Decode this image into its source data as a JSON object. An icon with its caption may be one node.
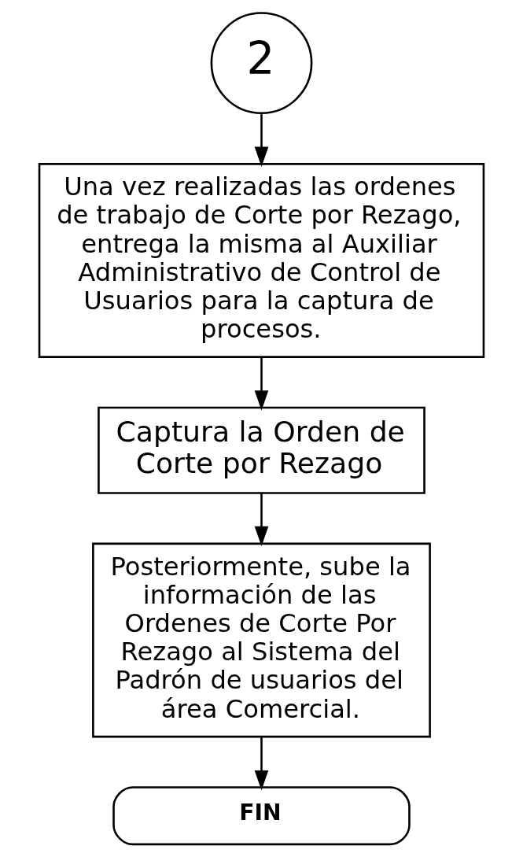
{
  "diagram": {
    "nodes": [
      {
        "text": [
          "2"
        ]
      },
      {
        "text": [
          "Una vez realizadas las ordenes de trabajo de Corte por Rezago, entrega la misma al Auxiliar Administrativo de Control de Usuarios para la captura de procesos."
        ]
      },
      {
        "text": [
          "Captura la Orden de Corte por Rezago"
        ]
      },
      {
        "text": [
          "Posteriormente, sube la información de las Ordenes de Corte Por Rezago al Sistema del Padrón de usuarios del área Comercial."
        ]
      },
      {
        "text": [
          "FIN"
        ]
      }
    ],
    "edges": [
      {
        "from": 0,
        "to": 1,
        "arrow": "to"
      },
      {
        "from": 1,
        "to": 2,
        "arrow": "to"
      },
      {
        "from": 2,
        "to": 3,
        "arrow": "to"
      },
      {
        "from": 3,
        "to": 4,
        "arrow": "to"
      }
    ]
  }
}
